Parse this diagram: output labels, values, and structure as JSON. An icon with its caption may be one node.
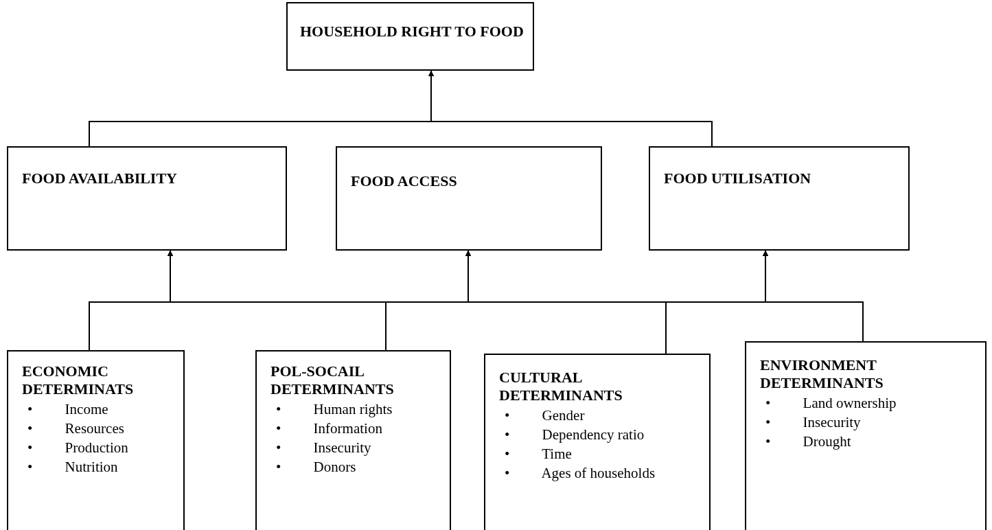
{
  "diagram": {
    "nodes": [
      {
        "text": [
          "HOUSEHOLD RIGHT TO FOOD"
        ]
      },
      {
        "text": [
          "FOOD AVAILABILITY"
        ]
      },
      {
        "text": [
          "FOOD ACCESS"
        ]
      },
      {
        "text": [
          "FOOD UTILISATION"
        ]
      },
      {
        "text": [
          "ECONOMIC DETERMINATS",
          "• Income",
          "• Resources",
          "• Production",
          "• Nutrition"
        ]
      },
      {
        "text": [
          "POL-SOCAIL DETERMINANTS",
          "• Human rights",
          "• Information",
          "• Insecurity",
          "• Donors"
        ]
      },
      {
        "text": [
          "CULTURAL DETERMINANTS",
          "• Gender",
          "• Dependency ratio",
          "• Time",
          "• Ages of households"
        ]
      },
      {
        "text": [
          "ENVIRONMENT DETERMINANTS",
          "• Land ownership",
          "• Insecurity",
          "• Drought"
        ]
      }
    ],
    "edges": [
      {
        "from": 1,
        "to": 0,
        "arrow": "to"
      },
      {
        "from": 3,
        "to": 0,
        "arrow": "to"
      },
      {
        "from": 4,
        "to": 1,
        "arrow": "to"
      },
      {
        "from": 4,
        "to": 2,
        "arrow": "to"
      },
      {
        "from": 4,
        "to": 3,
        "arrow": "to"
      },
      {
        "from": 5,
        "to": 1,
        "arrow": "to"
      },
      {
        "from": 5,
        "to": 2,
        "arrow": "to"
      },
      {
        "from": 5,
        "to": 3,
        "arrow": "to"
      },
      {
        "from": 6,
        "to": 1,
        "arrow": "to"
      },
      {
        "from": 6,
        "to": 2,
        "arrow": "to"
      },
      {
        "from": 6,
        "to": 3,
        "arrow": "to"
      },
      {
        "from": 7,
        "to": 1,
        "arrow": "to"
      },
      {
        "from": 7,
        "to": 2,
        "arrow": "to"
      },
      {
        "from": 7,
        "to": 3,
        "arrow": "to"
      }
    ]
  }
}
